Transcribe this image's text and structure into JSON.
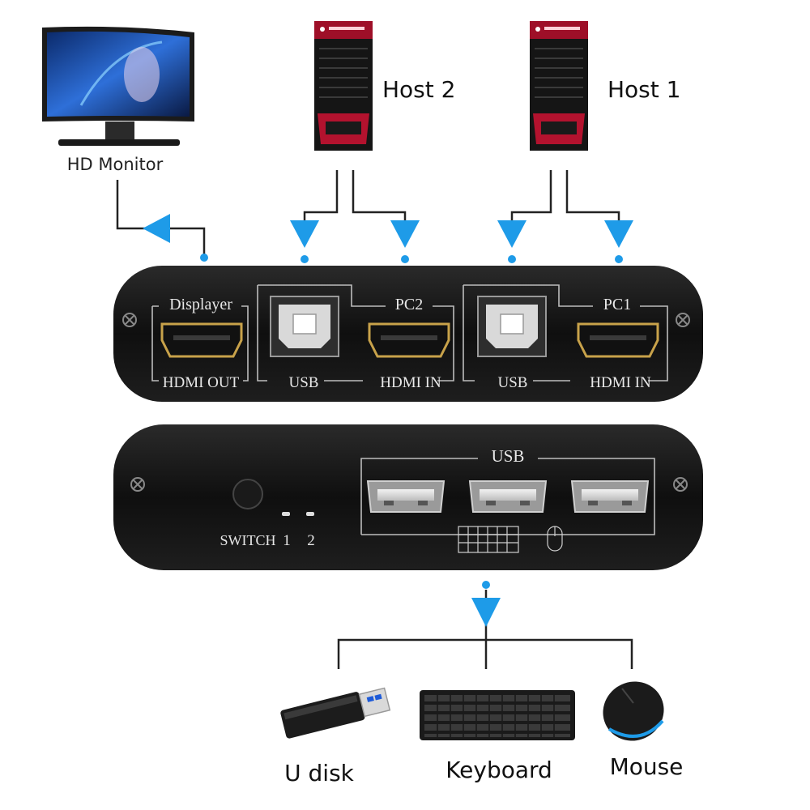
{
  "devices": {
    "monitor": {
      "label": "HD Monitor",
      "icon": "monitor-icon"
    },
    "host2": {
      "label": "Host 2",
      "icon": "pc-tower-icon"
    },
    "host1": {
      "label": "Host 1",
      "icon": "pc-tower-icon"
    },
    "udisk": {
      "label": "U disk",
      "icon": "usb-drive-icon"
    },
    "keyboard": {
      "label": "Keyboard",
      "icon": "keyboard-icon"
    },
    "mouse": {
      "label": "Mouse",
      "icon": "mouse-icon"
    }
  },
  "back_panel": {
    "displayer_label": "Displayer",
    "hdmi_out_label": "HDMI OUT",
    "pc2_label": "PC2",
    "pc1_label": "PC1",
    "usb_label_pc2": "USB",
    "usb_label_pc1": "USB",
    "hdmi_in_label_pc2": "HDMI IN",
    "hdmi_in_label_pc1": "HDMI IN"
  },
  "front_panel": {
    "usb_label": "USB",
    "switch_label": "SWITCH",
    "led1_label": "1",
    "led2_label": "2"
  },
  "colors": {
    "arrow": "#1e9be8",
    "panel": "#141414",
    "port_outline": "#c9c9c9",
    "hdmi_gold": "#c8a24a",
    "pc_accent": "#b3122e"
  }
}
